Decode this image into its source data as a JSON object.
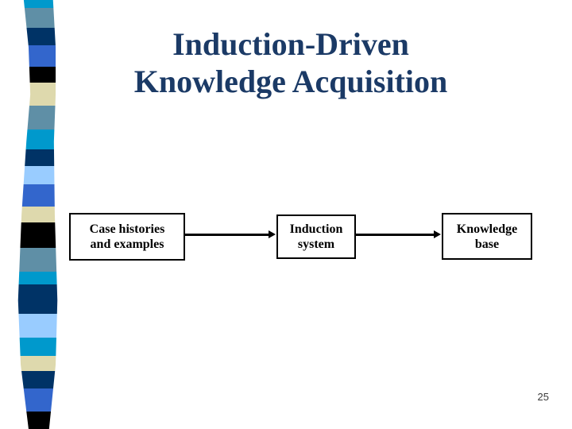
{
  "slide": {
    "title_line1": "Induction-Driven",
    "title_line2": "Knowledge Acquisition",
    "page_number": "25",
    "colors": {
      "background": "#ffffff",
      "title_text": "#1b3a66",
      "box_border": "#000000",
      "box_text": "#000000",
      "arrow": "#000000",
      "page_number_text": "#3a3a3a"
    }
  },
  "diagram": {
    "boxes": [
      {
        "id": "case-histories",
        "line1": "Case histories",
        "line2": "and examples"
      },
      {
        "id": "induction-system",
        "line1": "Induction",
        "line2": "system"
      },
      {
        "id": "knowledge-base",
        "line1": "Knowledge",
        "line2": "base"
      }
    ],
    "connections": [
      {
        "from": "case-histories",
        "to": "induction-system"
      },
      {
        "from": "induction-system",
        "to": "knowledge-base"
      }
    ]
  },
  "ribbon": {
    "segments": [
      {
        "color": "#0099cc",
        "height": 10
      },
      {
        "color": "#5f8fa6",
        "height": 25
      },
      {
        "color": "#003366",
        "height": 22
      },
      {
        "color": "#3366cc",
        "height": 27
      },
      {
        "color": "#000000",
        "height": 20
      },
      {
        "color": "#ded9ad",
        "height": 29
      },
      {
        "color": "#5f8fa6",
        "height": 30
      },
      {
        "color": "#0099cc",
        "height": 25
      },
      {
        "color": "#003366",
        "height": 21
      },
      {
        "color": "#99ccff",
        "height": 23
      },
      {
        "color": "#3366cc",
        "height": 28
      },
      {
        "color": "#ded9ad",
        "height": 20
      },
      {
        "color": "#000000",
        "height": 32
      },
      {
        "color": "#5f8fa6",
        "height": 30
      },
      {
        "color": "#0099cc",
        "height": 16
      },
      {
        "color": "#003366",
        "height": 37
      },
      {
        "color": "#99ccff",
        "height": 30
      },
      {
        "color": "#0099cc",
        "height": 23
      },
      {
        "color": "#ded9ad",
        "height": 19
      },
      {
        "color": "#003366",
        "height": 22
      },
      {
        "color": "#3366cc",
        "height": 29
      },
      {
        "color": "#000000",
        "height": 22
      }
    ]
  }
}
